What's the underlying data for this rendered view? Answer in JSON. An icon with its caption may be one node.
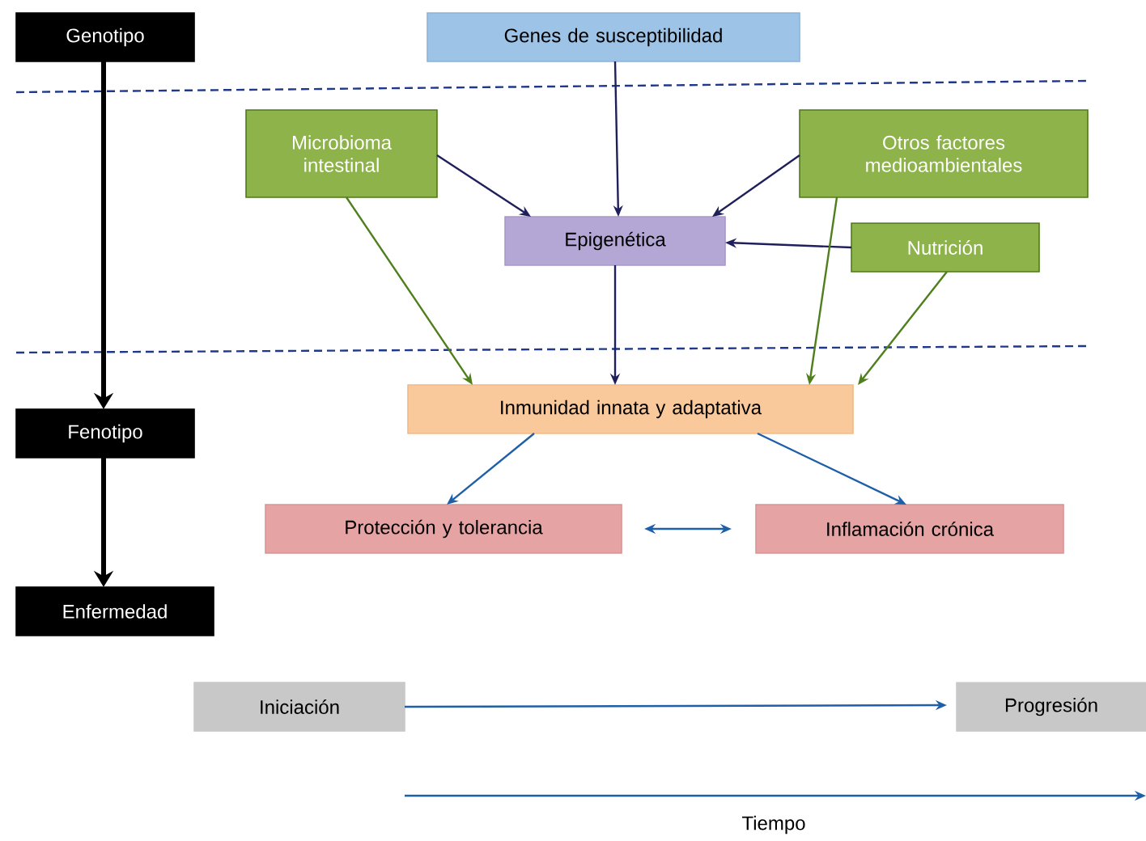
{
  "diagram": {
    "nodes": [
      {
        "text": [
          "Genotipo"
        ]
      },
      {
        "text": [
          "Fenotipo"
        ]
      },
      {
        "text": [
          "Enfermedad"
        ]
      },
      {
        "text": [
          "Genes de susceptibilidad"
        ]
      },
      {
        "text": [
          "Microbioma intestinal"
        ]
      },
      {
        "text": [
          "Otros factores medioambientales"
        ]
      },
      {
        "text": [
          "Epigenética"
        ]
      },
      {
        "text": [
          "Nutrición"
        ]
      },
      {
        "text": [
          "Inmunidad innata y adaptativa"
        ]
      },
      {
        "text": [
          "Protección y tolerancia"
        ]
      },
      {
        "text": [
          "Inflamación crónica"
        ]
      },
      {
        "text": [
          "Iniciación"
        ]
      },
      {
        "text": [
          "Progresión"
        ]
      }
    ],
    "edges": [
      {
        "from": 0,
        "to": 1,
        "arrow": "to",
        "style": "thick",
        "color": "#000000"
      },
      {
        "from": 1,
        "to": 2,
        "arrow": "to",
        "style": "thick",
        "color": "#000000"
      },
      {
        "from": 3,
        "to": 6,
        "arrow": "to"
      },
      {
        "from": 4,
        "to": 6,
        "arrow": "to"
      },
      {
        "from": 5,
        "to": 6,
        "arrow": "to"
      },
      {
        "from": 7,
        "to": 6,
        "arrow": "to"
      },
      {
        "from": 4,
        "to": 8,
        "arrow": "to",
        "color": "#4f7f1c"
      },
      {
        "from": 6,
        "to": 8,
        "arrow": "to"
      },
      {
        "from": 5,
        "to": 8,
        "arrow": "to",
        "color": "#4f7f1c"
      },
      {
        "from": 7,
        "to": 8,
        "arrow": "to",
        "color": "#4f7f1c"
      },
      {
        "from": 8,
        "to": 9,
        "arrow": "to",
        "color": "#1f5fa8"
      },
      {
        "from": 8,
        "to": 10,
        "arrow": "to",
        "color": "#1f5fa8"
      },
      {
        "from": 9,
        "to": 10,
        "arrow": "both",
        "color": "#1f5fa8"
      },
      {
        "from": 11,
        "to": 12,
        "arrow": "to",
        "color": "#1f5fa8"
      }
    ],
    "labels": [
      "Tiempo"
    ]
  }
}
